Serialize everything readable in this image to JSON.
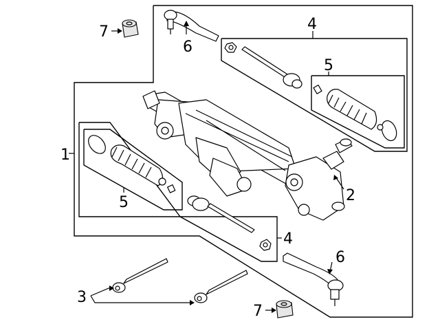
{
  "callouts": {
    "assembly": "1",
    "mount_bolts": "3",
    "tie_rod_upper": "4",
    "tie_rod_lower": "4",
    "boot_upper": "5",
    "boot_lower": "5",
    "tie_rod_end_upper": "6",
    "tie_rod_end_lower": "6",
    "nut_upper": "7",
    "nut_lower": "7",
    "pinion": "2"
  },
  "icons": {
    "rack": "steering-rack-icon",
    "boot": "bellows-boot-icon",
    "tie_rod": "inner-tie-rod-icon",
    "tie_rod_end": "outer-tie-rod-end-icon",
    "nut": "lock-nut-icon",
    "bolt": "mounting-bolt-icon",
    "clamp": "boot-clamp-icon"
  }
}
